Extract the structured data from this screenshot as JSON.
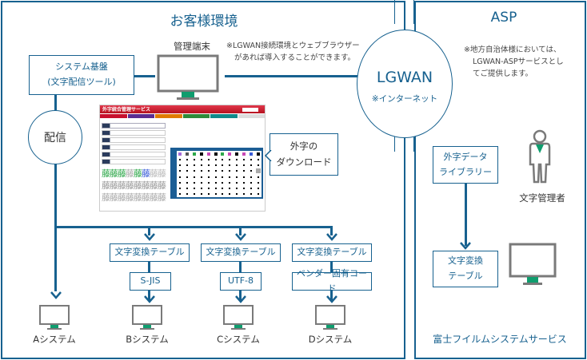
{
  "customer_env": {
    "title": "お客様環境",
    "admin_terminal_label": "管理端末",
    "note_lines": [
      "※LGWAN接続環境とウェブブラウザー",
      "があれば導入することができます。"
    ],
    "system_base_lines": [
      "システム基盤",
      "(文字配信ツール)"
    ],
    "distribution_label": "配信",
    "download_callout_lines": [
      "外字の",
      "ダウンロード"
    ],
    "conversion_tables": [
      {
        "label": "文字変換テーブル",
        "encoding": "S-JIS"
      },
      {
        "label": "文字変換テーブル",
        "encoding": "UTF-8"
      },
      {
        "label": "文字変換テーブル",
        "encoding": "ベンダー固有コード"
      }
    ],
    "systems": [
      "Aシステム",
      "Bシステム",
      "Cシステム",
      "Dシステム"
    ]
  },
  "network": {
    "title": "LGWAN",
    "subtitle": "※インターネット"
  },
  "asp": {
    "title": "ASP",
    "note_lines": [
      "※地方自治体様においては、",
      "LGWAN-ASPサービスとし",
      "てご提供します。"
    ],
    "library_lines": [
      "外字データ",
      "ライブラリー"
    ],
    "table_lines": [
      "文字変換",
      "テーブル"
    ],
    "admin_label": "文字管理者",
    "provider": "富士フイルムシステムサービス"
  },
  "embedded_screenshot": {
    "app_title": "外字統合管理サービス",
    "nav_colors": [
      "#c8102e",
      "#5b2d91",
      "#e07b00",
      "#2e8b3a",
      "#0f8a8a"
    ]
  },
  "colors": {
    "accent": "#17618f",
    "monitor_frame": "#7a7a7a",
    "monitor_stand": "#0f9d6e"
  }
}
